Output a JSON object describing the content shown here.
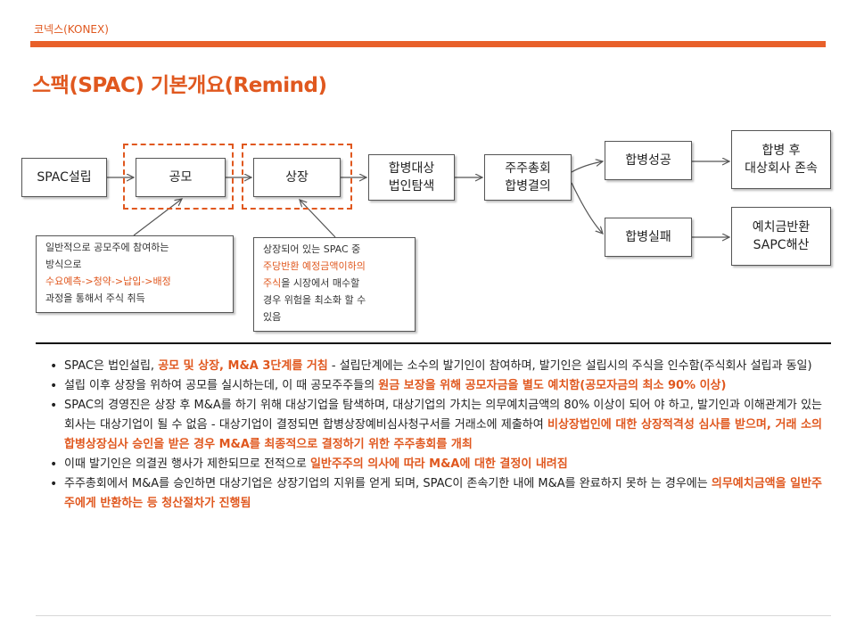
{
  "header": {
    "breadcrumb": "코넥스(KONEX)",
    "title": "스팩(SPAC) 기본개요(Remind)"
  },
  "flow": {
    "spac_setup": "SPAC설립",
    "ipo": "공모",
    "listing": "상장",
    "target_search_1": "합병대상",
    "target_search_2": "법인탐색",
    "meeting_1": "주주총회",
    "meeting_2": "합병결의",
    "merge_success": "합병성공",
    "merge_fail": "합병실패",
    "after_success_1": "합병 후",
    "after_success_2": "대상회사 존속",
    "after_fail_1": "예치금반환",
    "after_fail_2": "SAPC해산"
  },
  "notes": {
    "ipo_note": {
      "line1": "일반적으로 공모주에 참여하는",
      "line2": "방식으로",
      "line3": "수요예측->청약->납입->배정",
      "line4": "과정을 통해서 주식 취득"
    },
    "listing_note": {
      "line1": "상장되어 있는 SPAC 중",
      "line2": "주당반환 예정금액이하의",
      "line3a": "주식",
      "line3b": "을 시장에서 매수할",
      "line4": "경우 위험을 최소화 할 수",
      "line5": "있음"
    }
  },
  "bullets": [
    {
      "t1": "SPAC은 법인설립, ",
      "h1": "공모 및 상장, M&A 3단계를 거침",
      "t2": " - 설립단계에는 소수의 발기인이 참여하며, 발기인은 설립시의 주식을 인수함(주식회사 설립과 동일)"
    },
    {
      "t1": "설립 이후 상장을 위하여 공모를 실시하는데, 이 때 공모주주들의 ",
      "h1": "원금 보장을 위해 공모자금을 별도 예치함(공모자금의 최소 90% 이상)",
      "t2": ""
    },
    {
      "t1": "SPAC의 경영진은 상장 후 M&A를 하기 위해 대상기업을 탐색하며, 대상기업의 가치는 의무예치금액의 80% 이상이 되어 야 하고, 발기인과 이해관계가 있는 회사는 대상기업이 될 수 없음 - 대상기업이 결정되면 합병상장예비심사청구서를 거래소에 제출하여 ",
      "h1": "비상장법인에 대한 상장적격성 심사를 받으며, 거래 소의 합병상장심사 승인을 받은 경우 M&A를 최종적으로 결정하기 위한 주주총회를 개최",
      "t2": ""
    },
    {
      "t1": "이때 발기인은 의결권 행사가 제한되므로 전적으로 ",
      "h1": "일반주주의 의사에 따라 M&A에 대한 결정이 내려짐",
      "t2": ""
    },
    {
      "t1": "주주총회에서 M&A를 승인하면 대상기업은 상장기업의 지위를 얻게 되며, SPAC이 존속기한 내에 M&A를 완료하지 못하 는 경우에는 ",
      "h1": "의무예치금액을 일반주주에게 반환하는 등 청산절차가 진행됨",
      "t2": ""
    }
  ],
  "colors": {
    "accent": "#e0581f",
    "bar": "#e8602a"
  }
}
